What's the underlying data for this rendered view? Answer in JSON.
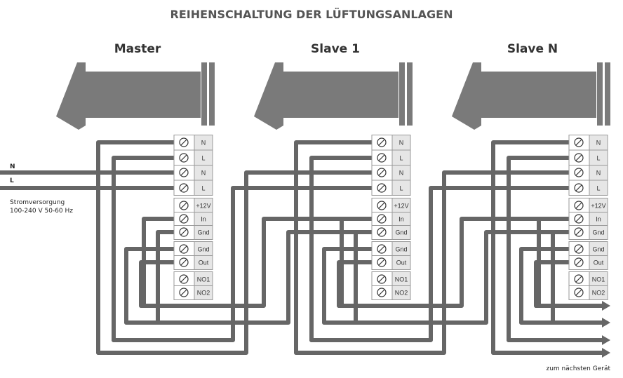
{
  "title": "REIHENSCHALTUNG DER LÜFTUNGSANLAGEN",
  "units": [
    {
      "name": "Master"
    },
    {
      "name": "Slave 1"
    },
    {
      "name": "Slave N"
    }
  ],
  "power": {
    "n_label": "N",
    "l_label": "L",
    "supply_line1": "Stromversorgung",
    "supply_line2": "100-240 V 50-60 Hz"
  },
  "terminal_groups": [
    [
      "N",
      "L",
      "N",
      "L"
    ],
    [
      "+12V",
      "In",
      "Gnd"
    ],
    [
      "Gnd",
      "Out"
    ],
    [
      "NO1",
      "NO2"
    ]
  ],
  "footer_note": "zum nächsten Gerät",
  "colors": {
    "wire": "#666666",
    "fan": "#7a7a7a",
    "terminal_border": "#999999",
    "screw_cell": "#ffffff",
    "label_cell": "#e6e6e6",
    "title": "#555555"
  },
  "icons": {
    "screw": "screw-terminal-icon",
    "arrow": "arrow-right-icon"
  }
}
